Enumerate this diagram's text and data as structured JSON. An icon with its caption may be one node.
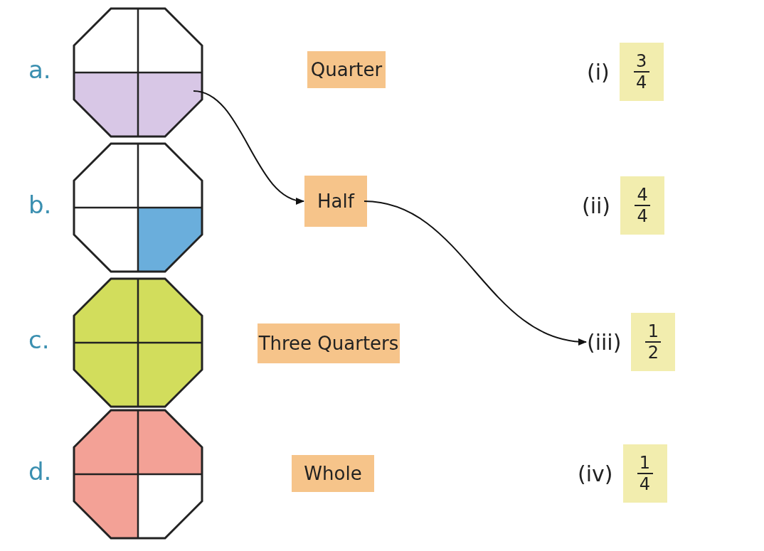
{
  "diagram": {
    "nodes": [
      {
        "text": [],
        "shape": "octagon"
      },
      {
        "text": [
          "Quarter"
        ]
      },
      {
        "text": [
          "3",
          "4"
        ],
        "beside": [
          "(i)"
        ]
      },
      {
        "text": [],
        "shape": "octagon"
      },
      {
        "text": [
          "Half"
        ]
      },
      {
        "text": [
          "4",
          "4"
        ],
        "beside": [
          "(ii)"
        ]
      },
      {
        "text": [],
        "shape": "octagon"
      },
      {
        "text": [
          "Three Quarters"
        ]
      },
      {
        "text": [
          "1",
          "2"
        ],
        "beside": [
          "(iii)"
        ]
      },
      {
        "text": [],
        "shape": "octagon"
      },
      {
        "text": [
          "Whole"
        ]
      },
      {
        "text": [
          "1",
          "4"
        ],
        "beside": [
          "(iv)"
        ]
      }
    ],
    "edges": [
      {
        "from": 0,
        "to": 4,
        "arrow": "to"
      },
      {
        "from": 4,
        "to": 8,
        "arrow": "to"
      }
    ],
    "labels": [
      "a.",
      "b.",
      "c.",
      "d."
    ]
  }
}
